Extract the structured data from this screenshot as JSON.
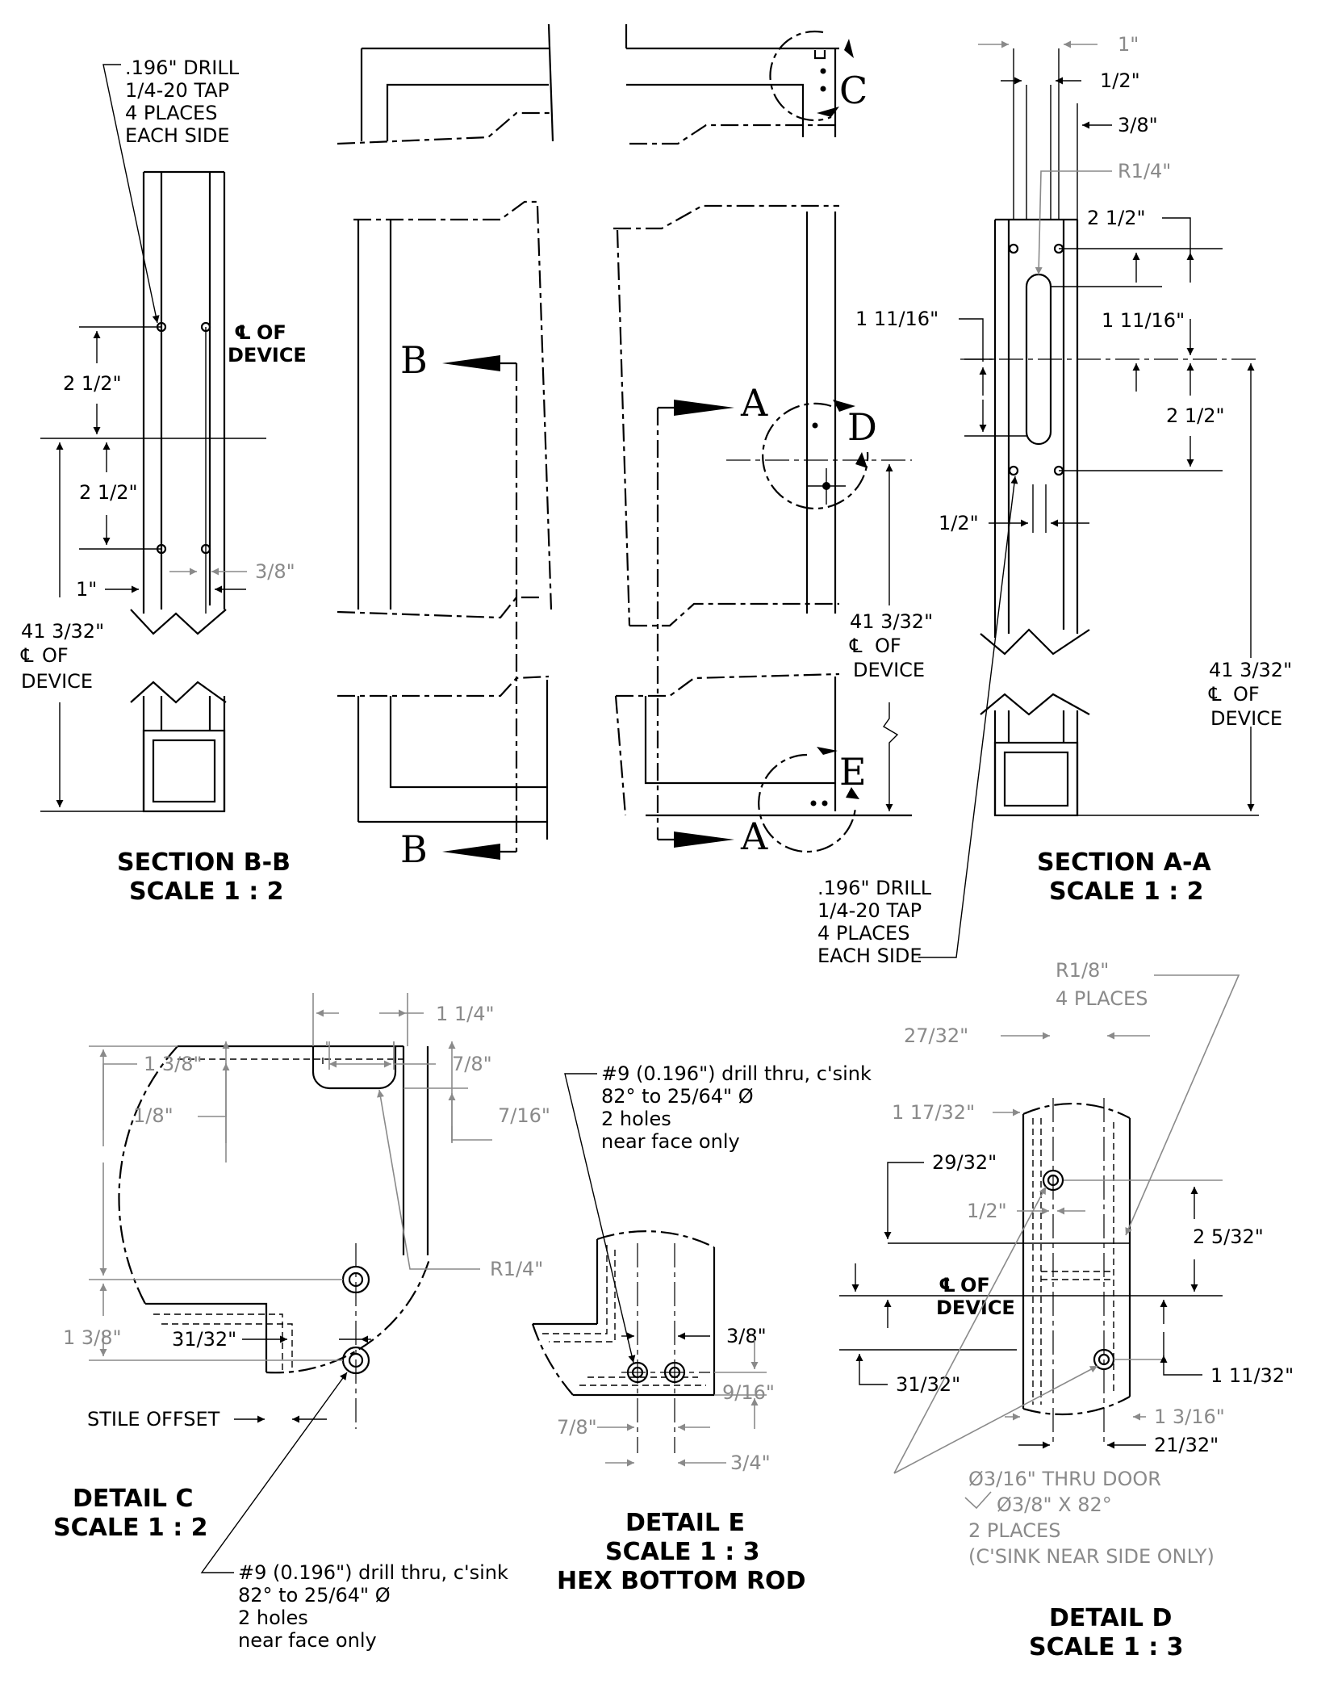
{
  "section_bb": {
    "drill_note": [
      ".196\" DRILL",
      "1/4-20 TAP",
      "4 PLACES",
      "EACH SIDE"
    ],
    "cl_label": [
      "OF",
      "DEVICE"
    ],
    "dim_spacing_top": "2 1/2\"",
    "dim_spacing_bottom": "2 1/2\"",
    "dim_one_inch": "1\"",
    "dim_three_eighths": "3/8\"",
    "dim_overall": [
      "41 3/32\"",
      "OF",
      "DEVICE"
    ],
    "title": "SECTION B-B",
    "scale": "SCALE 1 : 2"
  },
  "elevation": {
    "label_b_top": "B",
    "label_b_bottom": "B",
    "label_a_top": "A",
    "label_a_bottom": "A",
    "label_c": "C",
    "label_d": "D",
    "label_e": "E",
    "dim_overall": [
      "41 3/32\"",
      "OF",
      "DEVICE"
    ],
    "drill_note": [
      ".196\" DRILL",
      "1/4-20 TAP",
      "4 PLACES",
      "EACH SIDE"
    ]
  },
  "section_aa": {
    "dim_one_inch": "1\"",
    "dim_half_top": "1/2\"",
    "dim_three_eighths": "3/8\"",
    "dim_radius": "R1/4\"",
    "dim_two_half_top": "2 1/2\"",
    "dim_slot_left": "1 11/16\"",
    "dim_slot_right": "1 11/16\"",
    "dim_two_half_mid": "2 1/2\"",
    "dim_half_bottom": "1/2\"",
    "dim_overall": [
      "41 3/32\"",
      "OF",
      "DEVICE"
    ],
    "title": "SECTION A-A",
    "scale": "SCALE 1 : 2"
  },
  "detail_c": {
    "dim_one_quarter_in": "1 1/4\"",
    "dim_seven_eighths": "7/8\"",
    "dim_one_three_eighths_top": "1 3/8\"",
    "dim_one_eighth": "1/8\"",
    "dim_seven_sixteenths": "7/16\"",
    "dim_radius": "R1/4\"",
    "dim_one_three_eighths_left": "1 3/8\"",
    "dim_thirty_one_32": "31/32\"",
    "stile_offset": "STILE OFFSET",
    "hole_note": [
      "#9 (0.196\") drill thru, c'sink",
      "82° to 25/64\" Ø",
      "2 holes",
      "near face only"
    ],
    "title": "DETAIL C",
    "scale": "SCALE 1 : 2"
  },
  "detail_e": {
    "hole_note": [
      "#9 (0.196\") drill thru, c'sink",
      "82° to 25/64\"  Ø",
      "2 holes",
      "near face only"
    ],
    "dim_three_eighths": "3/8\"",
    "dim_nine_sixteenths": "9/16\"",
    "dim_seven_eighths": "7/8\"",
    "dim_three_quarters": "3/4\"",
    "title": "DETAIL E",
    "scale": "SCALE 1 : 3",
    "subtitle": "HEX BOTTOM ROD"
  },
  "detail_d": {
    "dim_radius": [
      "R1/8\"",
      "4 PLACES"
    ],
    "dim_27_32": "27/32\"",
    "dim_1_17_32": "1 17/32\"",
    "dim_29_32": "29/32\"",
    "dim_half": "1/2\"",
    "dim_2_5_32": "2 5/32\"",
    "cl_label": [
      "OF",
      "DEVICE"
    ],
    "dim_31_32": "31/32\"",
    "dim_1_11_32": "1 11/32\"",
    "dim_1_3_16": "1 3/16\"",
    "dim_21_32": "21/32\"",
    "hole_note": [
      "Ø3/16\" THRU DOOR",
      "Ø3/8\" X 82°",
      "2 PLACES",
      "(C'SINK NEAR SIDE ONLY)"
    ],
    "title": "DETAIL D",
    "scale": "SCALE 1 : 3"
  },
  "colors": {
    "ink": "#000000",
    "dim_gray": "#8a8a8a",
    "paper": "#ffffff"
  }
}
